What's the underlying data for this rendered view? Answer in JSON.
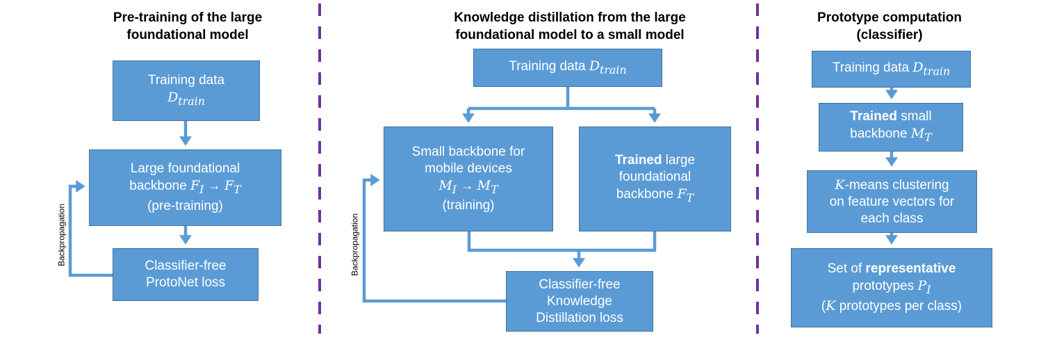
{
  "colors": {
    "box_fill": "#5B9BD5",
    "box_border": "#41719C",
    "arrow": "#5B9BD5",
    "divider": "#7030A0",
    "title_text": "#000000",
    "box_text": "#FFFFFF"
  },
  "panels": [
    {
      "title_lines": [
        "Pre-training of the large",
        "foundational model"
      ],
      "boxes": {
        "training_data": {
          "line1": "Training data",
          "math": "D",
          "sub": "train"
        },
        "backbone": {
          "line1": "Large foundational",
          "line2_text": "backbone ",
          "math_a": "F",
          "sub_a": "I",
          "arrow": " → ",
          "math_b": "F",
          "sub_b": "T",
          "line3": "(pre-training)"
        },
        "loss": {
          "line1": "Classifier-free",
          "line2": "ProtoNet loss"
        }
      },
      "backprop_label": "Backpropagation"
    },
    {
      "title_lines": [
        "Knowledge distillation from the large",
        "foundational model to a small model"
      ],
      "boxes": {
        "training_data": {
          "line1": "Training data ",
          "math": "D",
          "sub": "train"
        },
        "small_backbone": {
          "line1": "Small backbone for",
          "line2": "mobile devices",
          "math_a": "M",
          "sub_a": "I",
          "arrow": " → ",
          "math_b": "M",
          "sub_b": "T",
          "line4": "(training)"
        },
        "trained_large": {
          "bold": "Trained",
          "line1_rest": " large",
          "line2": "foundational",
          "line3_text": "backbone ",
          "math": "F",
          "sub": "T"
        },
        "loss": {
          "line1": "Classifier-free",
          "line2": "Knowledge",
          "line3": "Distillation loss"
        }
      },
      "backprop_label": "Backpropagation"
    },
    {
      "title_lines": [
        "Prototype computation",
        "(classifier)"
      ],
      "boxes": {
        "training_data": {
          "line1": "Training data ",
          "math": "D",
          "sub": "train"
        },
        "trained_small": {
          "bold": "Trained",
          "line1_rest": " small",
          "line2_text": "backbone ",
          "math": "M",
          "sub": "T"
        },
        "kmeans": {
          "math": "K",
          "line1_rest": "-means clustering",
          "line2": "on feature vectors for",
          "line3": "each class"
        },
        "prototypes": {
          "line1_text": "Set of ",
          "bold": "representative",
          "line2_text": "prototypes ",
          "math": "P",
          "sub": "I",
          "line3_open": "(",
          "math_k": "K",
          "line3_rest": " prototypes per class)"
        }
      }
    }
  ]
}
